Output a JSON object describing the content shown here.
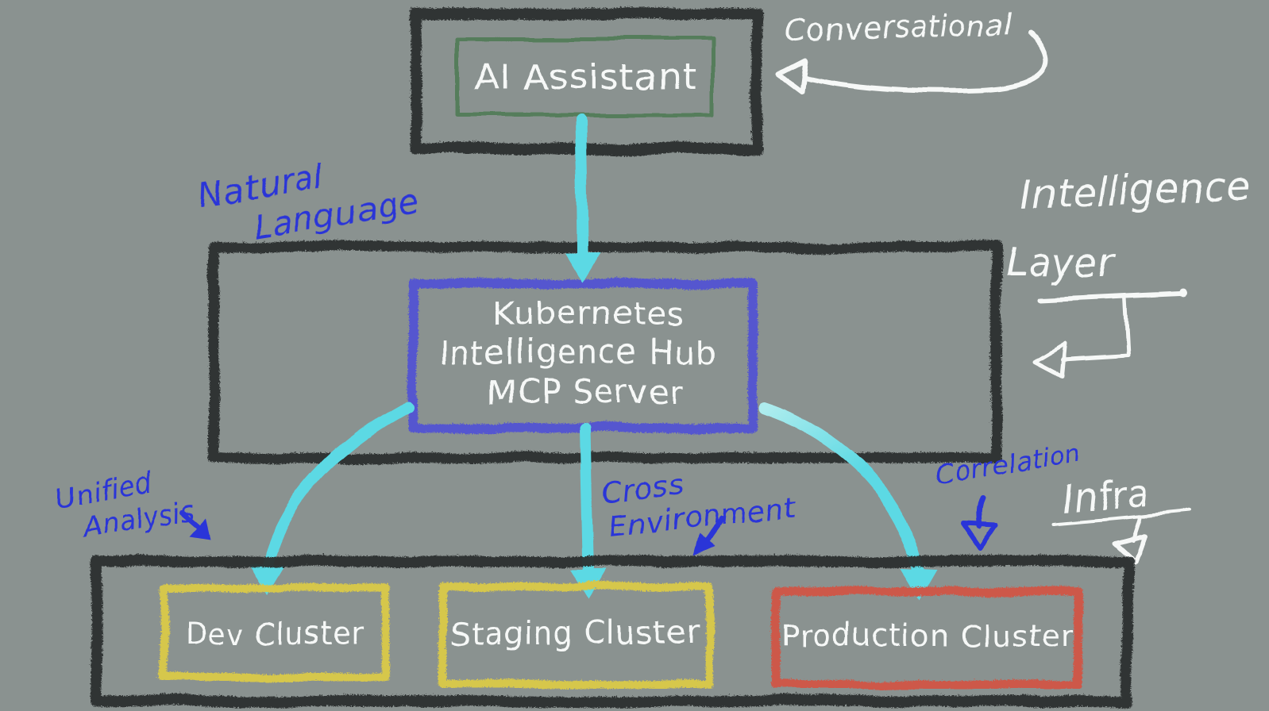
{
  "canvas": {
    "background": "#8a9290"
  },
  "palette": {
    "ink_dark": "#2b2e30",
    "ink_white": "#f6f8f7",
    "ink_blue": "#2c34d8",
    "ink_cyan": "#5cd9e4",
    "ink_cyan_pale": "#a9ebee",
    "box_green": "#4f7c55",
    "box_indigo": "#5557cf",
    "box_yellow": "#d6c74b",
    "box_red": "#cd5948"
  },
  "nodes": {
    "ai_assistant": {
      "label": "AI Assistant"
    },
    "hub": {
      "line1": "Kubernetes",
      "line2": "Intelligence Hub",
      "line3": "MCP Server"
    },
    "dev_cluster": {
      "label": "Dev Cluster"
    },
    "staging_cluster": {
      "label": "Staging Cluster"
    },
    "production_cluster": {
      "label": "Production Cluster"
    }
  },
  "annotations": {
    "conversational": "Conversational",
    "natural_language_line1": "Natural",
    "natural_language_line2": "Language",
    "intelligence_layer_line1": "Intelligence",
    "intelligence_layer_line2": "Layer",
    "unified_analysis_line1": "Unified",
    "unified_analysis_line2": "Analysis",
    "cross_environment_line1": "Cross",
    "cross_environment_line2": "Environment",
    "correlation": "Correlation",
    "infra": "Infra"
  },
  "connectors": [
    {
      "from": "AI Assistant",
      "to": "Kubernetes Intelligence Hub MCP Server",
      "note": "Natural Language"
    },
    {
      "from": "Kubernetes Intelligence Hub MCP Server",
      "to": "Dev Cluster",
      "note": "Unified Analysis"
    },
    {
      "from": "Kubernetes Intelligence Hub MCP Server",
      "to": "Staging Cluster",
      "note": "Cross Environment"
    },
    {
      "from": "Kubernetes Intelligence Hub MCP Server",
      "to": "Production Cluster",
      "note": "Correlation"
    }
  ]
}
